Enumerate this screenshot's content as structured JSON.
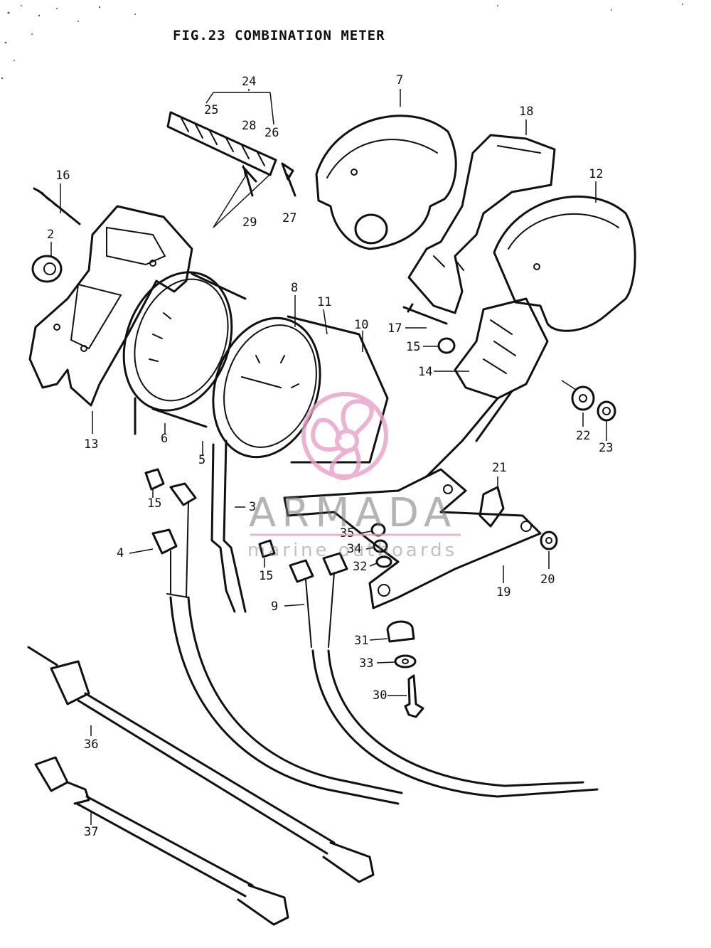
{
  "figure": {
    "title": "FIG.23  COMBINATION METER"
  },
  "callouts": {
    "c2": "2",
    "c3": "3",
    "c4": "4",
    "c5": "5",
    "c6": "6",
    "c7": "7",
    "c8": "8",
    "c9": "9",
    "c10": "10",
    "c11": "11",
    "c12": "12",
    "c13": "13",
    "c14": "14",
    "c15a": "15",
    "c15b": "15",
    "c15c": "15",
    "c16": "16",
    "c17": "17",
    "c18": "18",
    "c19": "19",
    "c20": "20",
    "c21": "21",
    "c22": "22",
    "c23": "23",
    "c24": "24",
    "c25": "25",
    "c26": "26",
    "c27": "27",
    "c28": "28",
    "c29": "29",
    "c30": "30",
    "c31": "31",
    "c32": "32",
    "c33": "33",
    "c34": "34",
    "c35": "35",
    "c36": "36",
    "c37": "37"
  },
  "watermark": {
    "brand": "ARMADA",
    "tagline": "marine outboards",
    "logo_icon": "propeller-icon",
    "color": "#e8a0c8"
  }
}
